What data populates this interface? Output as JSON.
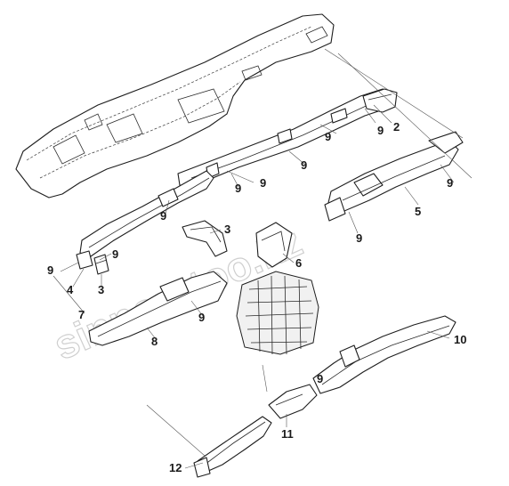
{
  "watermark": "sinnon-too.kz",
  "callouts": [
    "2",
    "3",
    "3",
    "4",
    "5",
    "6",
    "7",
    "8",
    "9",
    "9",
    "9",
    "9",
    "9",
    "9",
    "9",
    "9",
    "9",
    "9",
    "9",
    "9",
    "10",
    "11",
    "12"
  ]
}
